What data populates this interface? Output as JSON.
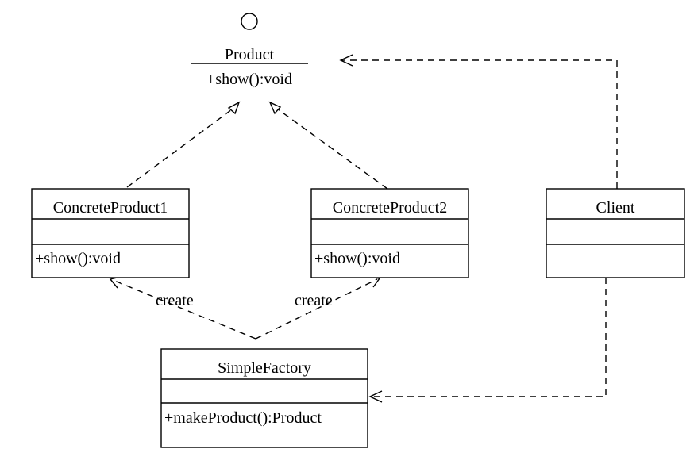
{
  "interface": {
    "name": "Product",
    "method": "+show():void"
  },
  "classes": {
    "concrete_product_1": {
      "name": "ConcreteProduct1",
      "method": "+show():void"
    },
    "concrete_product_2": {
      "name": "ConcreteProduct2",
      "method": "+show():void"
    },
    "client": {
      "name": "Client"
    },
    "simple_factory": {
      "name": "SimpleFactory",
      "method": "+makeProduct():Product"
    }
  },
  "relations": {
    "create_left": "create",
    "create_right": "create"
  }
}
